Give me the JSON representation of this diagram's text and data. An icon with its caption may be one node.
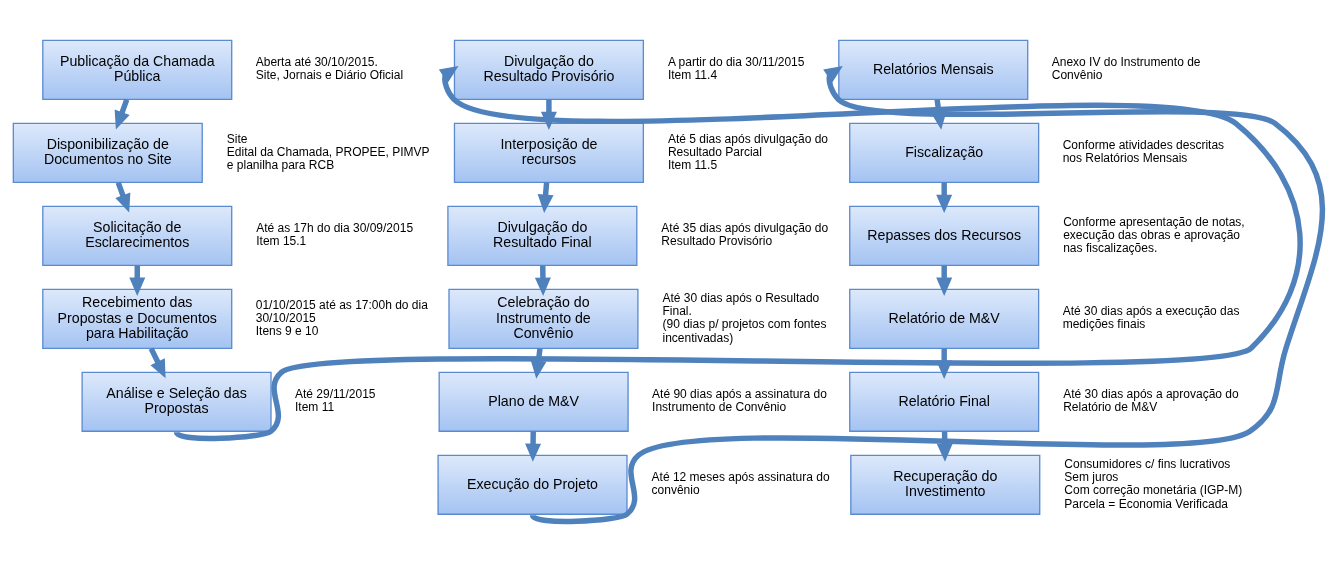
{
  "diagram": {
    "nodes": [
      {
        "text": [
          "Publicação da Chamada Pública"
        ],
        "beside": [
          "Aberta até 30/10/2015.",
          "Site, Jornais e Diário Oficial"
        ]
      },
      {
        "text": [
          "Disponibilização de Documentos no Site"
        ],
        "beside": [
          "Site",
          "Edital da Chamada, PROPEE, PIMVP e planilha para RCB"
        ]
      },
      {
        "text": [
          "Solicitação de Esclarecimentos"
        ],
        "beside": [
          "Até as 17h do dia 30/09/2015",
          "Item 15.1"
        ]
      },
      {
        "text": [
          "Recebimento das Propostas e Documentos para Habilitação"
        ],
        "beside": [
          "01/10/2015 até as 17:00h do dia 30/10/2015",
          "Itens 9 e 10"
        ]
      },
      {
        "text": [
          "Análise e Seleção das Propostas"
        ],
        "beside": [
          "Até 29/11/2015",
          "Item 11"
        ]
      },
      {
        "text": [
          "Divulgação do Resultado Provisório"
        ],
        "beside": [
          "A partir do dia 30/11/2015",
          "Item 11.4"
        ]
      },
      {
        "text": [
          "Interposição de recursos"
        ],
        "beside": [
          "Até 5 dias após divulgação do Resultado Parcial",
          "Item 11.5"
        ]
      },
      {
        "text": [
          "Divulgação do Resultado Final"
        ],
        "beside": [
          "Até 35 dias após divulgação do Resultado Provisório"
        ]
      },
      {
        "text": [
          "Celebração do Instrumento de Convênio"
        ],
        "beside": [
          "Até 30 dias após o Resultado Final.",
          "(90 dias p/ projetos com fontes incentivadas)"
        ]
      },
      {
        "text": [
          "Plano de M&V"
        ],
        "beside": [
          "Até 90 dias após a assinatura do Instrumento de Convênio"
        ]
      },
      {
        "text": [
          "Execução do Projeto"
        ],
        "beside": [
          "Até 12 meses após assinatura do convênio"
        ]
      },
      {
        "text": [
          "Relatórios Mensais"
        ],
        "beside": [
          "Anexo IV do Instrumento de Convênio"
        ]
      },
      {
        "text": [
          "Fiscalização"
        ],
        "beside": [
          "Conforme atividades descritas nos Relatórios Mensais"
        ]
      },
      {
        "text": [
          "Repasses dos Recursos"
        ],
        "beside": [
          "Conforme apresentação de notas, execução das obras e aprovação nas fiscalizações."
        ]
      },
      {
        "text": [
          "Relatório de M&V"
        ],
        "beside": [
          "Até 30 dias após a execução das medições finais"
        ]
      },
      {
        "text": [
          "Relatório Final"
        ],
        "beside": [
          "Até 30 dias após a aprovação do Relatório de M&V"
        ]
      },
      {
        "text": [
          "Recuperação do Investimento"
        ],
        "beside": [
          "Consumidores c/ fins lucrativos",
          "Sem juros",
          "Com correção monetária (IGP-M)",
          "Parcela = Economia Verificada"
        ]
      }
    ],
    "edges": [
      {
        "from": 0,
        "to": 1,
        "arrow": "to"
      },
      {
        "from": 1,
        "to": 2,
        "arrow": "to"
      },
      {
        "from": 2,
        "to": 3,
        "arrow": "to"
      },
      {
        "from": 3,
        "to": 4,
        "arrow": "to"
      },
      {
        "from": 4,
        "to": 5,
        "arrow": "to"
      },
      {
        "from": 5,
        "to": 6,
        "arrow": "to"
      },
      {
        "from": 6,
        "to": 7,
        "arrow": "to"
      },
      {
        "from": 7,
        "to": 8,
        "arrow": "to"
      },
      {
        "from": 8,
        "to": 9,
        "arrow": "to"
      },
      {
        "from": 9,
        "to": 10,
        "arrow": "to"
      },
      {
        "from": 10,
        "to": 11,
        "arrow": "to"
      },
      {
        "from": 11,
        "to": 12,
        "arrow": "to"
      },
      {
        "from": 12,
        "to": 13,
        "arrow": "to"
      },
      {
        "from": 13,
        "to": 14,
        "arrow": "to"
      },
      {
        "from": 14,
        "to": 15,
        "arrow": "to"
      },
      {
        "from": 15,
        "to": 16,
        "arrow": "to"
      }
    ]
  }
}
